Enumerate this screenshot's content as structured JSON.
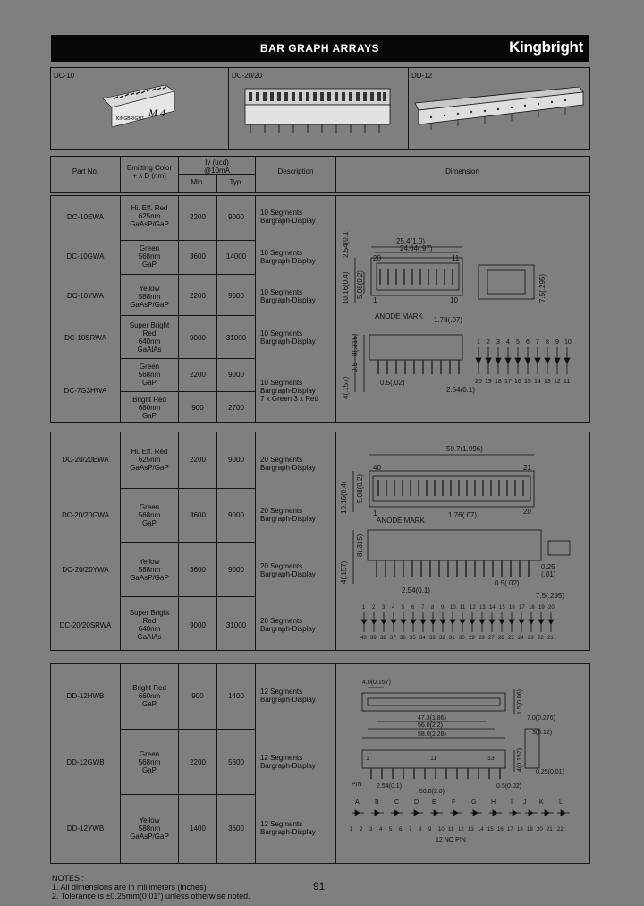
{
  "header": {
    "title": "BAR GRAPH ARRAYS",
    "brand": "Kingbright"
  },
  "photos": [
    {
      "name": "DC-10",
      "marking": "M 4",
      "brand_print": "KINGBRIGHT"
    },
    {
      "name": "DC-20/20"
    },
    {
      "name": "DD-12"
    }
  ],
  "table_header": {
    "part_no": "Part No.",
    "emitting_color": "Emitting Color\n+ λ D (nm)",
    "iv": "Iv (ucd)\n@10mA",
    "min": "Min.",
    "typ": "Typ.",
    "description": "Description",
    "dimension": "Dimension"
  },
  "groups": [
    {
      "rows": [
        {
          "part": "DC-10EWA",
          "color": "Hi. Eff. Red\n625nm\nGaAsP/GaP",
          "min": "2200",
          "typ": "9000",
          "desc": "10 Segments\nBargraph-Display"
        },
        {
          "part": "DC-10GWA",
          "color": "Green\n568nm\nGaP",
          "min": "3600",
          "typ": "14000",
          "desc": "10 Segments\nBargraph-Display"
        },
        {
          "part": "DC-10YWA",
          "color": "Yellow\n588nm\nGaAsP/GaP",
          "min": "2200",
          "typ": "9000",
          "desc": "10 Segments\nBargraph-Display"
        },
        {
          "part": "DC-10SRWA",
          "color": "Super Bright\nRed\n640nm\nGaAlAs",
          "min": "9000",
          "typ": "31000",
          "desc": "10 Segments\nBargraph-Display"
        },
        {
          "part": "DC-7G3HWA",
          "color": "Green\n568nm\nGaP",
          "min": "2200",
          "typ": "9000",
          "desc": "10 Segments\nBargraph-Display\n7 x Green 3 x Red"
        },
        {
          "part": "",
          "color": "Bright Red\n680nm\nGaP",
          "min": "900",
          "typ": "2700",
          "desc": ""
        }
      ],
      "dimension": {
        "top": [
          "25.4(1.0)",
          "24.64(.97)"
        ],
        "pins_top": [
          "20",
          "11"
        ],
        "pins_bottom": [
          "1",
          "10"
        ],
        "side": [
          "10.16(0.4)",
          "5.08(0.2)",
          "2.54(0.1)"
        ],
        "anode_mark": "ANODE MARK",
        "pitch": "1.78(.07)",
        "end_width": "7.5(.295)",
        "lead": [
          "4(.157)",
          "0.5",
          "8(.315)"
        ],
        "lead_w": "0.5(.02)",
        "lead_pitch": "2.54(0.1)",
        "schematic_top": [
          "1",
          "2",
          "3",
          "4",
          "5",
          "6",
          "7",
          "8",
          "9",
          "10"
        ],
        "schematic_bottom": [
          "20",
          "19",
          "18",
          "17",
          "16",
          "15",
          "14",
          "13",
          "12",
          "11"
        ]
      }
    },
    {
      "rows": [
        {
          "part": "DC-20/20EWA",
          "color": "Hi. Eff. Red\n625nm\nGaAsP/GaP",
          "min": "2200",
          "typ": "9000",
          "desc": "20 Segments\nBargraph-Display"
        },
        {
          "part": "DC-20/20GWA",
          "color": "Green\n568nm\nGaP",
          "min": "3600",
          "typ": "9000",
          "desc": "20 Segments\nBargraph-Display"
        },
        {
          "part": "DC-20/20YWA",
          "color": "Yellow\n588nm\nGaAsP/GaP",
          "min": "3600",
          "typ": "9000",
          "desc": "20 Segments\nBargraph-Display"
        },
        {
          "part": "DC-20/20SRWA",
          "color": "Super Bright\nRed\n640nm\nGaAlAs",
          "min": "9000",
          "typ": "31000",
          "desc": "20 Segments\nBargraph-Display"
        }
      ],
      "dimension": {
        "top": "50.7(1.996)",
        "pins_top": [
          "40",
          "21"
        ],
        "pins_bottom": [
          "1",
          "20"
        ],
        "side": [
          "10.16(0.4)",
          "5.08(0.2)"
        ],
        "anode_mark": "ANODE MARK",
        "pitch": "1.76(.07)",
        "lead": [
          "4(.157)",
          "8(.315)"
        ],
        "lead_pitch": "2.54(0.1)",
        "lead_w": "0.5(.02)",
        "end": [
          "0.25",
          "(.01)",
          "7.5(.295)"
        ],
        "schematic_top": [
          "1",
          "2",
          "3",
          "4",
          "5",
          "6",
          "7",
          "8",
          "9",
          "10",
          "11",
          "12",
          "13",
          "14",
          "15",
          "16",
          "17",
          "18",
          "19",
          "20"
        ],
        "schematic_bottom": [
          "40",
          "39",
          "38",
          "37",
          "36",
          "35",
          "34",
          "33",
          "32",
          "31",
          "30",
          "29",
          "28",
          "27",
          "26",
          "25",
          "24",
          "23",
          "22",
          "21"
        ]
      }
    },
    {
      "rows": [
        {
          "part": "DD-12HWB",
          "color": "Bright Red\n660nm\nGaP",
          "min": "900",
          "typ": "1400",
          "desc": "12 Segments\nBargraph-Display"
        },
        {
          "part": "DD-12GWB",
          "color": "Green\n568nm\nGaP",
          "min": "2200",
          "typ": "5600",
          "desc": "12 Segments\nBargraph-Display"
        },
        {
          "part": "DD-12YWB",
          "color": "Yellow\n588nm\nGaAsP/GaP",
          "min": "1400",
          "typ": "3600",
          "desc": "12 Segments\nBargraph-Display"
        }
      ],
      "dimension": {
        "top": "4.0(0.157)",
        "len1": "47.3(1.86)",
        "len2": "56.0(2.2)",
        "len3": "58.0(2.28)",
        "side": [
          "7.0(0.276)",
          "3(0.12)",
          "1.5(0.06)",
          "4(0.157)",
          "0.25(0.01)"
        ],
        "pins_top": [
          "1",
          "11",
          "13"
        ],
        "pin_label": "PIN",
        "pitch": "2.54(0.1)",
        "pitch2": "50.8(2.0)",
        "lead": "0.5(0.02)",
        "letters": [
          "A",
          "B",
          "C",
          "D",
          "E",
          "F",
          "G",
          "H",
          "I",
          "J",
          "K",
          "L"
        ],
        "pins": [
          "1",
          "2",
          "3",
          "4",
          "5",
          "6",
          "7",
          "8",
          "9",
          "10",
          "11",
          "12",
          "13",
          "14",
          "15",
          "16",
          "17",
          "18",
          "19",
          "20",
          "21",
          "22"
        ],
        "no_pin": "12 NO PIN"
      }
    }
  ],
  "notes": {
    "title": "NOTES :",
    "n1": "1. All dimensions are in millimeters (inches)",
    "n2": "2. Tolerance is ±0.25mm(0.01\") unless otherwise noted."
  },
  "page_number": "91"
}
